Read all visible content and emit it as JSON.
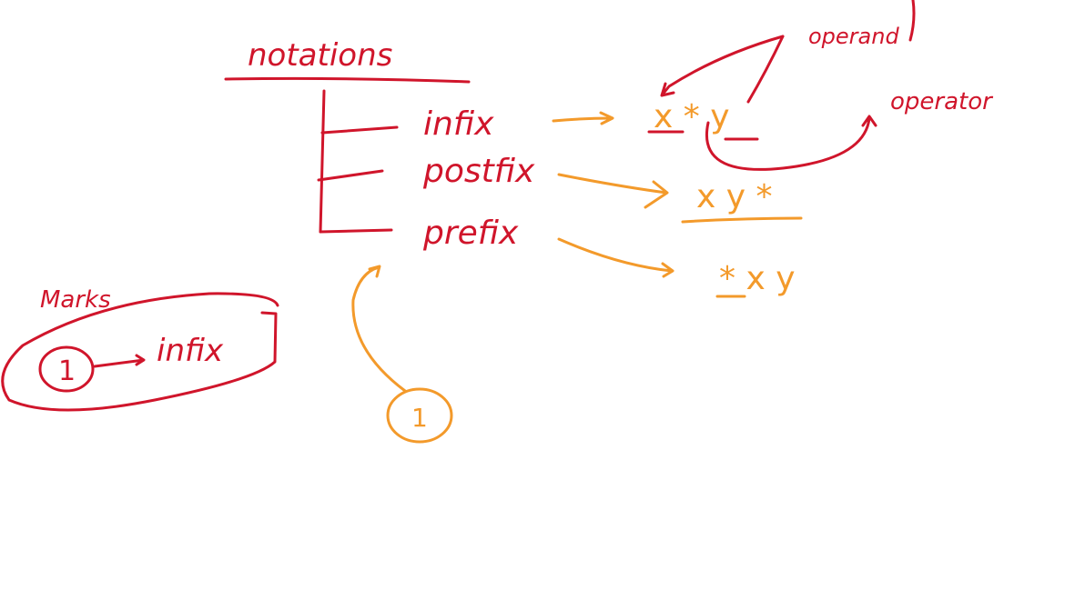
{
  "colors": {
    "red_ink": "#d0152b",
    "orange_ink": "#f39a2b",
    "background": "#ffffff"
  },
  "heading": "notations",
  "branches": [
    {
      "label": "infix",
      "expression": "x * y"
    },
    {
      "label": "postfix",
      "expression": "x y *"
    },
    {
      "label": "prefix",
      "expression": "* x y"
    }
  ],
  "annotations": {
    "operand": "operand",
    "operator": "operator"
  },
  "marks_note": {
    "title": "Marks",
    "number": "1",
    "item": "infix"
  },
  "orange_marker": "1"
}
